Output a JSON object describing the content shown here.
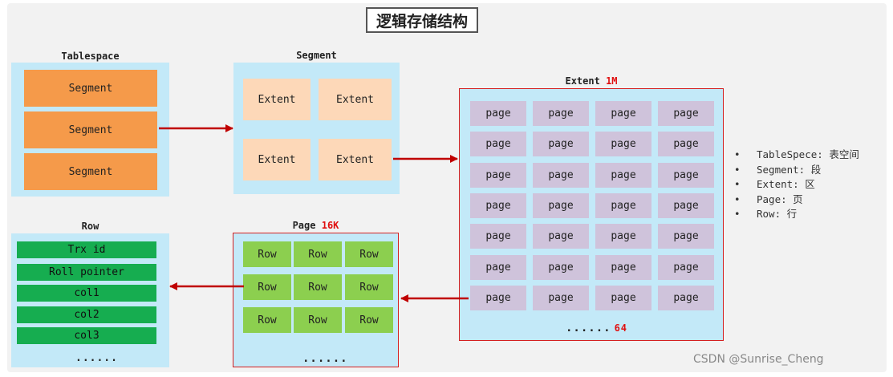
{
  "title": "逻辑存储结构",
  "tablespace": {
    "label": "Tablespace",
    "segments": [
      "Segment",
      "Segment",
      "Segment"
    ]
  },
  "segment": {
    "label": "Segment",
    "extents": [
      "Extent",
      "Extent",
      "Extent",
      "Extent"
    ]
  },
  "extent": {
    "label": "Extent",
    "size": "1M",
    "page_label": "page",
    "rows": 7,
    "cols": 4,
    "more": "......",
    "count": "64"
  },
  "page": {
    "label": "Page",
    "size": "16K",
    "row_label": "Row",
    "rows": 3,
    "cols": 3,
    "more": "......"
  },
  "row": {
    "label": "Row",
    "fields": [
      "Trx id",
      "Roll pointer",
      "col1",
      "col2",
      "col3"
    ],
    "more": "......"
  },
  "legend": [
    {
      "term": "TableSpece:",
      "meaning": "表空间"
    },
    {
      "term": "Segment:",
      "meaning": "段"
    },
    {
      "term": "Extent:",
      "meaning": "区"
    },
    {
      "term": "Page:",
      "meaning": "页"
    },
    {
      "term": "Row:",
      "meaning": "行"
    }
  ],
  "watermark": "CSDN @Sunrise_Cheng",
  "colors": {
    "segment": "#f59a4a",
    "extent": "#fdd8b8",
    "page": "#cfc3db",
    "row": "#8ccf4f",
    "row_field": "#16ad50",
    "panel": "#c3e9f8",
    "border": "#d42020",
    "arrow": "#c00000"
  }
}
